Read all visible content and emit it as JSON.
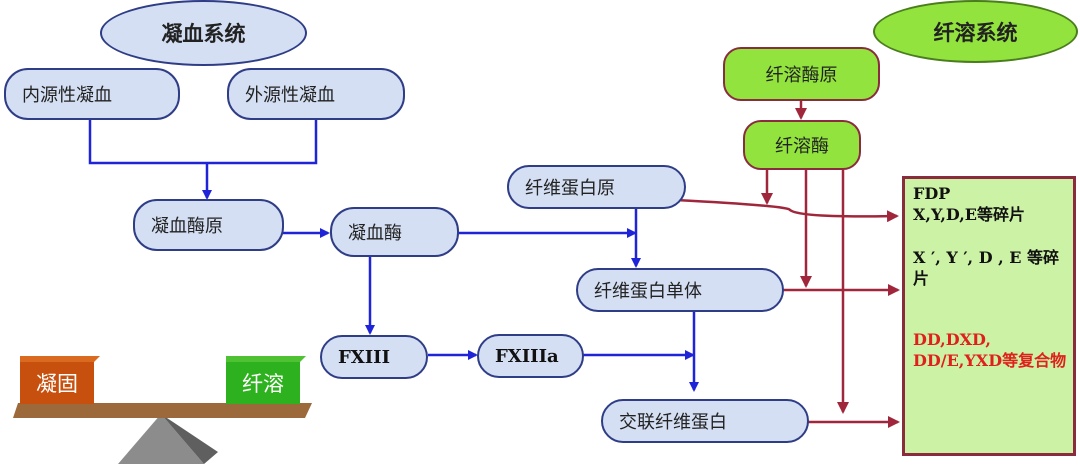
{
  "coag_title": "凝血系统",
  "fib_title": "纤溶系统",
  "nodes": {
    "intrinsic": "内源性凝血",
    "extrinsic": "外源性凝血",
    "prothrombin": "凝血酶原",
    "thrombin": "凝血酶",
    "fibrinogen": "纤维蛋白原",
    "fibrin_monomer": "纤维蛋白单体",
    "fxiii": "FXIII",
    "fxiiia": "FXIIIa",
    "crosslinked_fibrin": "交联纤维蛋白",
    "plasminogen": "纤溶酶原",
    "plasmin": "纤溶酶"
  },
  "products": {
    "fdp_title": "FDP",
    "fdp_items": "X,Y,D,E等碎片",
    "monomer_products": "X ′, Y ′, D , E 等碎片",
    "crosslinked_products": "DD,DXD, DD/E,YXD等复合物"
  },
  "balance": {
    "left": "凝固",
    "right": "纤溶"
  },
  "colors": {
    "node_fill": "#d4dff3",
    "node_border": "#2f3d86",
    "green": "#92e33d",
    "arrow_blue": "#1f24d8",
    "arrow_red": "#a0263c",
    "result_fill": "#ccf2a6",
    "result_red": "#e0201b"
  }
}
